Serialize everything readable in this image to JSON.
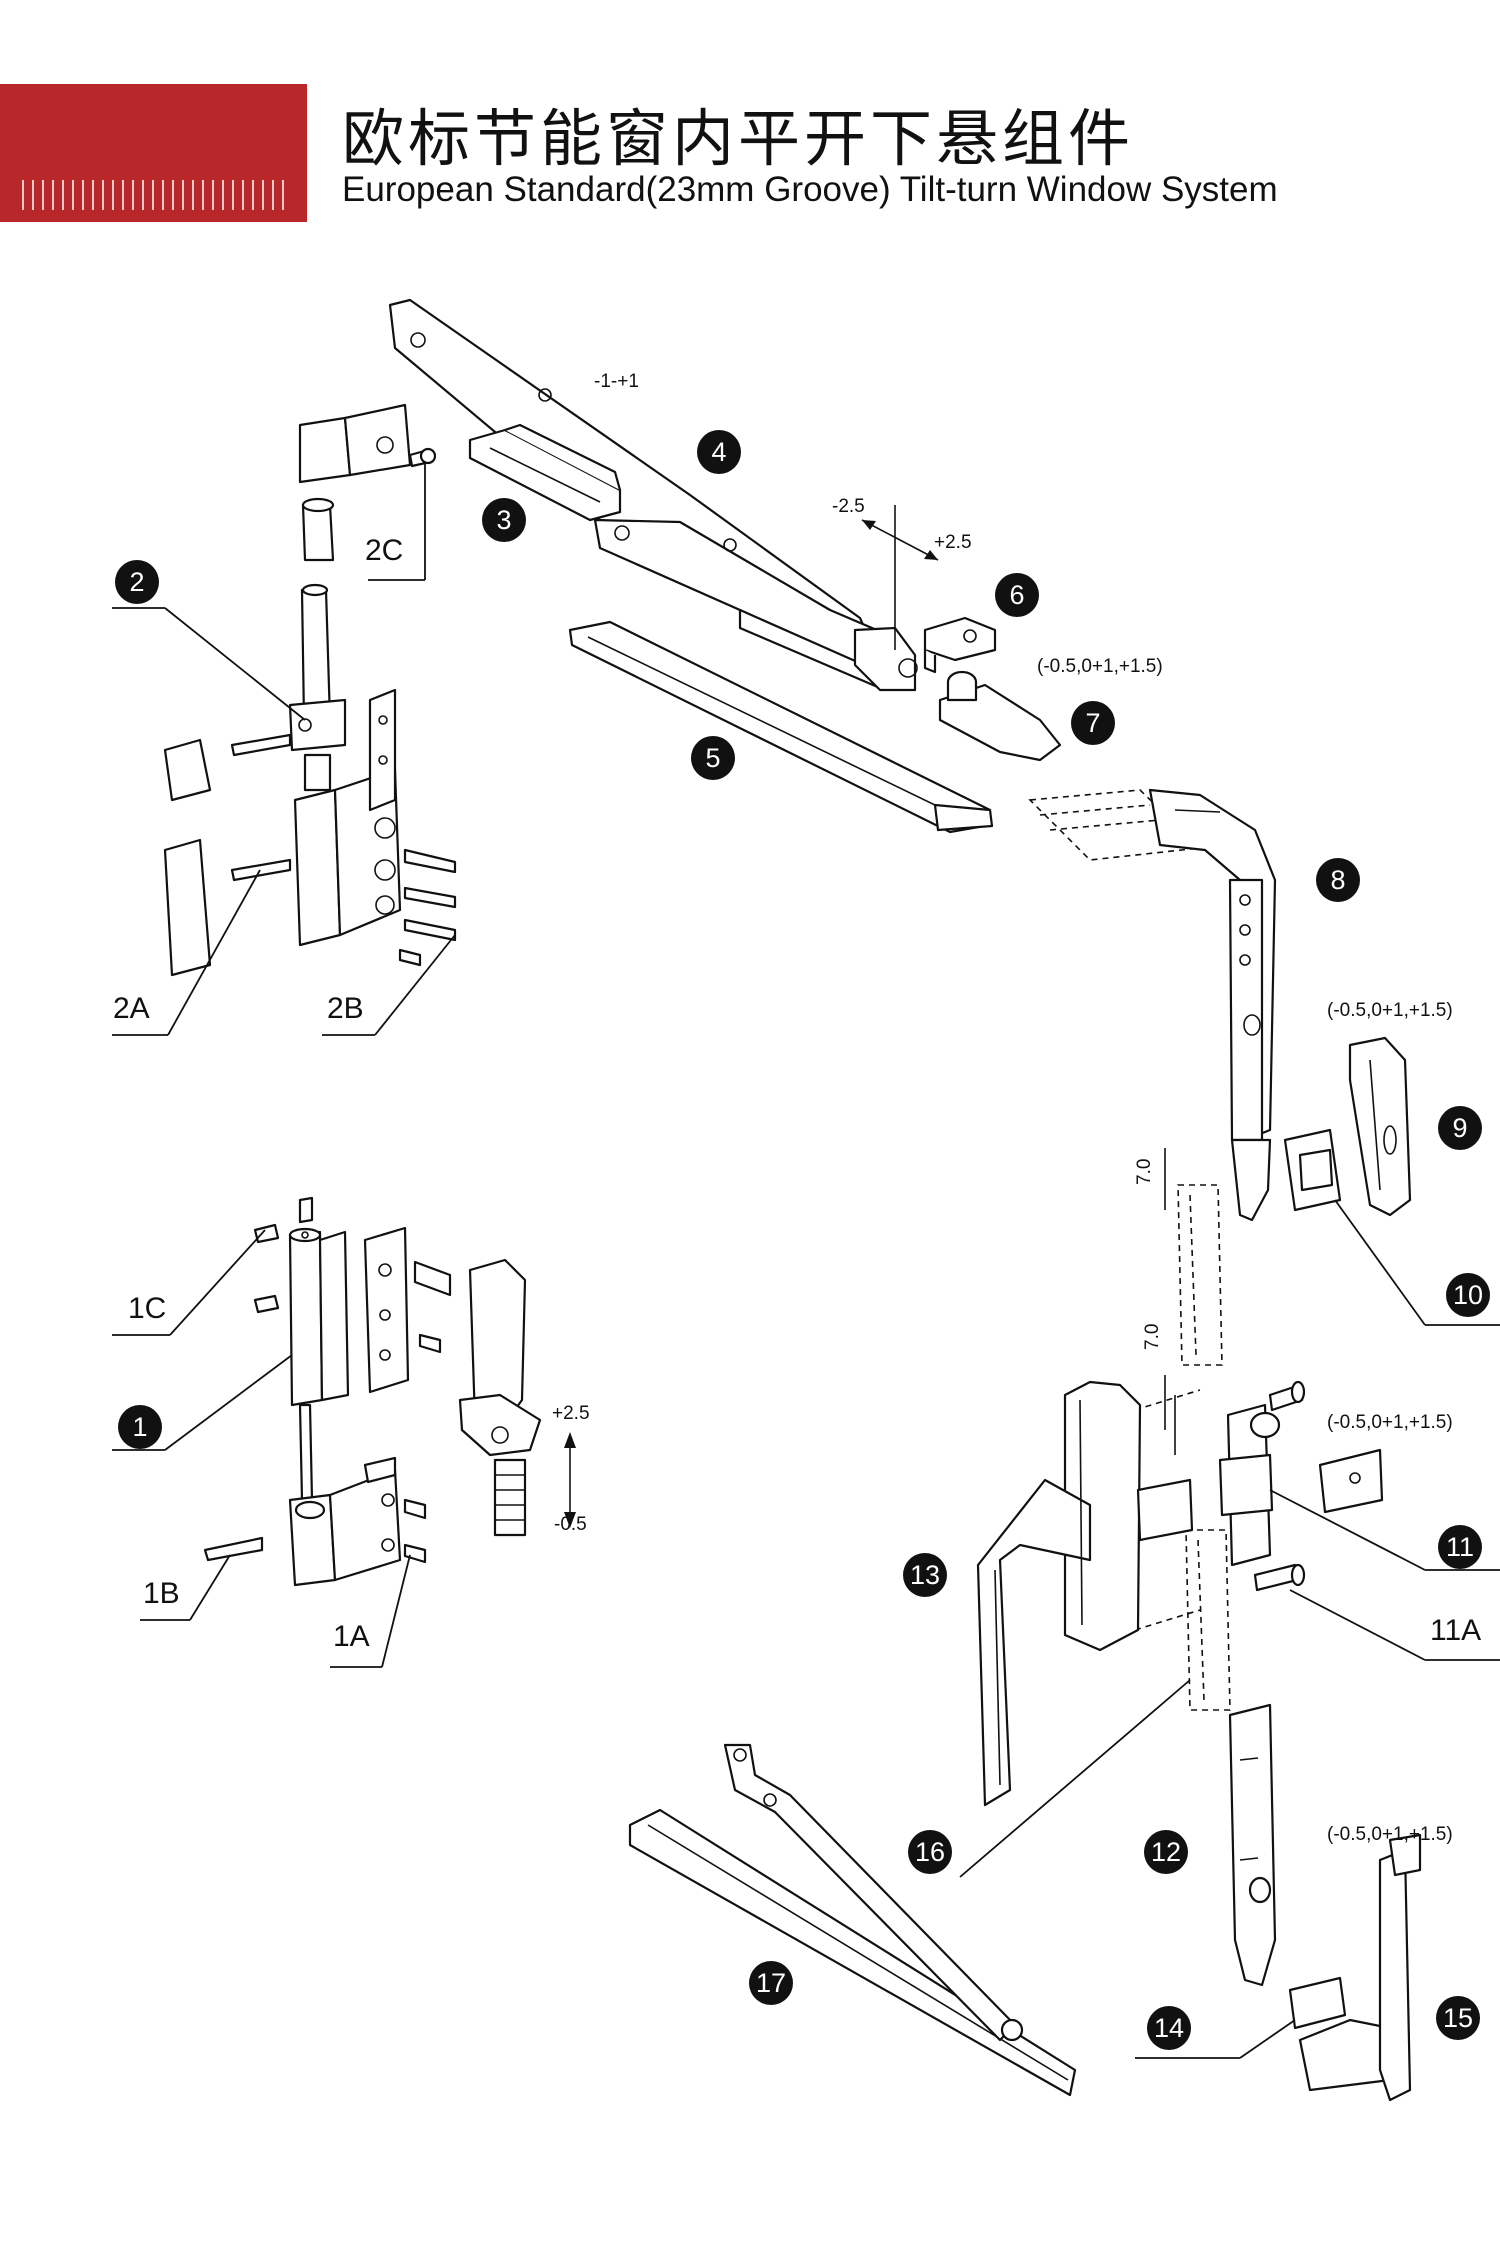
{
  "header": {
    "title_cn": "欧标节能窗内平开下悬组件",
    "title_en": "European Standard(23mm Groove) Tilt-turn Window System",
    "banner_color": "#b8282a"
  },
  "badges": [
    "1",
    "2",
    "3",
    "4",
    "5",
    "6",
    "7",
    "8",
    "9",
    "10",
    "11",
    "12",
    "13",
    "14",
    "15",
    "16",
    "17"
  ],
  "labels": {
    "l1A": "1A",
    "l1B": "1B",
    "l1C": "1C",
    "l2A": "2A",
    "l2B": "2B",
    "l2C": "2C",
    "l11A": "11A"
  },
  "annotations": {
    "a_arm": "-1-+1",
    "a_m25": "-2.5",
    "a_p25": "+2.5",
    "a_p25b": "+2.5",
    "a_m05": "-0.5",
    "a_t7": "(-0.5,0+1,+1.5)",
    "a_t9": "(-0.5,0+1,+1.5)",
    "a_t11": "(-0.5,0+1,+1.5)",
    "a_t15": "(-0.5,0+1,+1.5)",
    "a_70a": "7.0",
    "a_70b": "7.0"
  }
}
